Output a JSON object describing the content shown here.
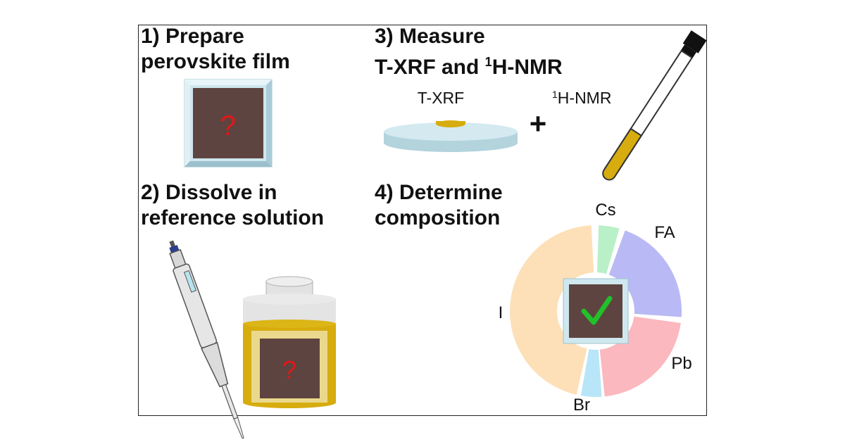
{
  "steps": [
    {
      "line1": "1) Prepare",
      "line2": "perovskite film"
    },
    {
      "line1": "2) Dissolve in",
      "line2": "reference solution"
    },
    {
      "line1": "3) Measure",
      "line2_prefix": "T-XRF and ",
      "line2_sup": "1",
      "line2_suffix": "H-NMR"
    },
    {
      "line1": "4) Determine",
      "line2": "composition"
    }
  ],
  "labels": {
    "txrf": "T-XRF",
    "plus": "+",
    "nmr_sup": "1",
    "nmr": "H-NMR",
    "unknown_mark": "?"
  },
  "composition": {
    "segments": [
      {
        "name": "Cs",
        "color": "#b9f0c8"
      },
      {
        "name": "FA",
        "color": "#b9b9f5"
      },
      {
        "name": "Pb",
        "color": "#fbb8be"
      },
      {
        "name": "Br",
        "color": "#b8e6f8"
      },
      {
        "name": "I",
        "color": "#fde0b8"
      }
    ]
  },
  "colors": {
    "film": "#5e4440",
    "substrate": "#cfe7ee",
    "solution": "#d6ac0e",
    "check": "#22c02a",
    "question": "#e01818"
  }
}
